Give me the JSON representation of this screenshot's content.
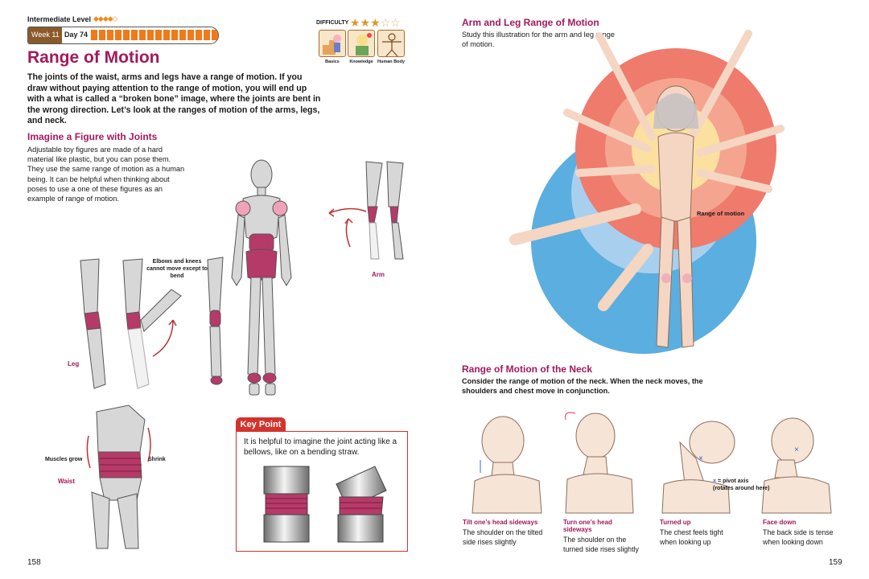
{
  "left_page": {
    "level_label": "Intermediate Level",
    "level_diamonds": "◆◆◆◆◇",
    "week_label": "Week 11",
    "day_label": "Day 74",
    "progress_cells": 16,
    "title": "Range of Motion",
    "intro": "The joints of the waist, arms and legs have a range of motion. If you draw without paying attention to the range of motion, you will end up with a what is called a “broken bone” image, where the joints are bent in the wrong direction. Let’s look at the ranges of motion of the arms, legs, and neck.",
    "difficulty": {
      "label": "DIFFICULTY",
      "stars": 3,
      "max_stars": 5,
      "badges": [
        "Basics",
        "Knowledge",
        "Human Body"
      ]
    },
    "section_joints": {
      "heading": "Imagine a Figure with Joints",
      "text": "Adjustable toy figures are made of a hard material like plastic, but you can pose them. They use the same range of motion as a human being. It can be helpful when thinking about poses to use a one of these figures as an example of range of motion."
    },
    "labels": {
      "elbows_knees": "Elbows and knees cannot move except to bend",
      "arm": "Arm",
      "leg": "Leg",
      "waist": "Waist",
      "muscles_grow": "Muscles grow",
      "shrink": "Shrink"
    },
    "key_point": {
      "tab": "Key Point",
      "text": "It is helpful to imagine the joint acting like a bellows, like on a bending straw."
    },
    "page_number": "158"
  },
  "right_page": {
    "section_arm_leg": {
      "heading": "Arm and Leg Range of Motion",
      "text": "Study this illustration for the arm and leg range of motion.",
      "range_label": "Range of motion"
    },
    "section_neck": {
      "heading": "Range of Motion of the Neck",
      "text": "Consider the range of motion of the neck. When the neck moves, the shoulders and chest move in conjunction.",
      "pivot_legend": "= pivot axis",
      "pivot_legend_sub": "(rotates around here)",
      "poses": [
        {
          "caption": "Tilt one’s head sideways",
          "desc": "The shoulder on the tilted side rises slightly"
        },
        {
          "caption": "Turn one’s head sideways",
          "desc": "The shoulder on the turned side rises slightly"
        },
        {
          "caption": "Turned up",
          "desc": "The chest feels tight when looking up"
        },
        {
          "caption": "Face down",
          "desc": "The back side is tense when looking down"
        }
      ]
    },
    "page_number": "159"
  },
  "colors": {
    "accent": "#a3195b",
    "orange": "#f07a1a",
    "keypoint_red": "#d2332c",
    "circle_blue": "#5aaee0",
    "circle_red": "#ef7b6c"
  }
}
